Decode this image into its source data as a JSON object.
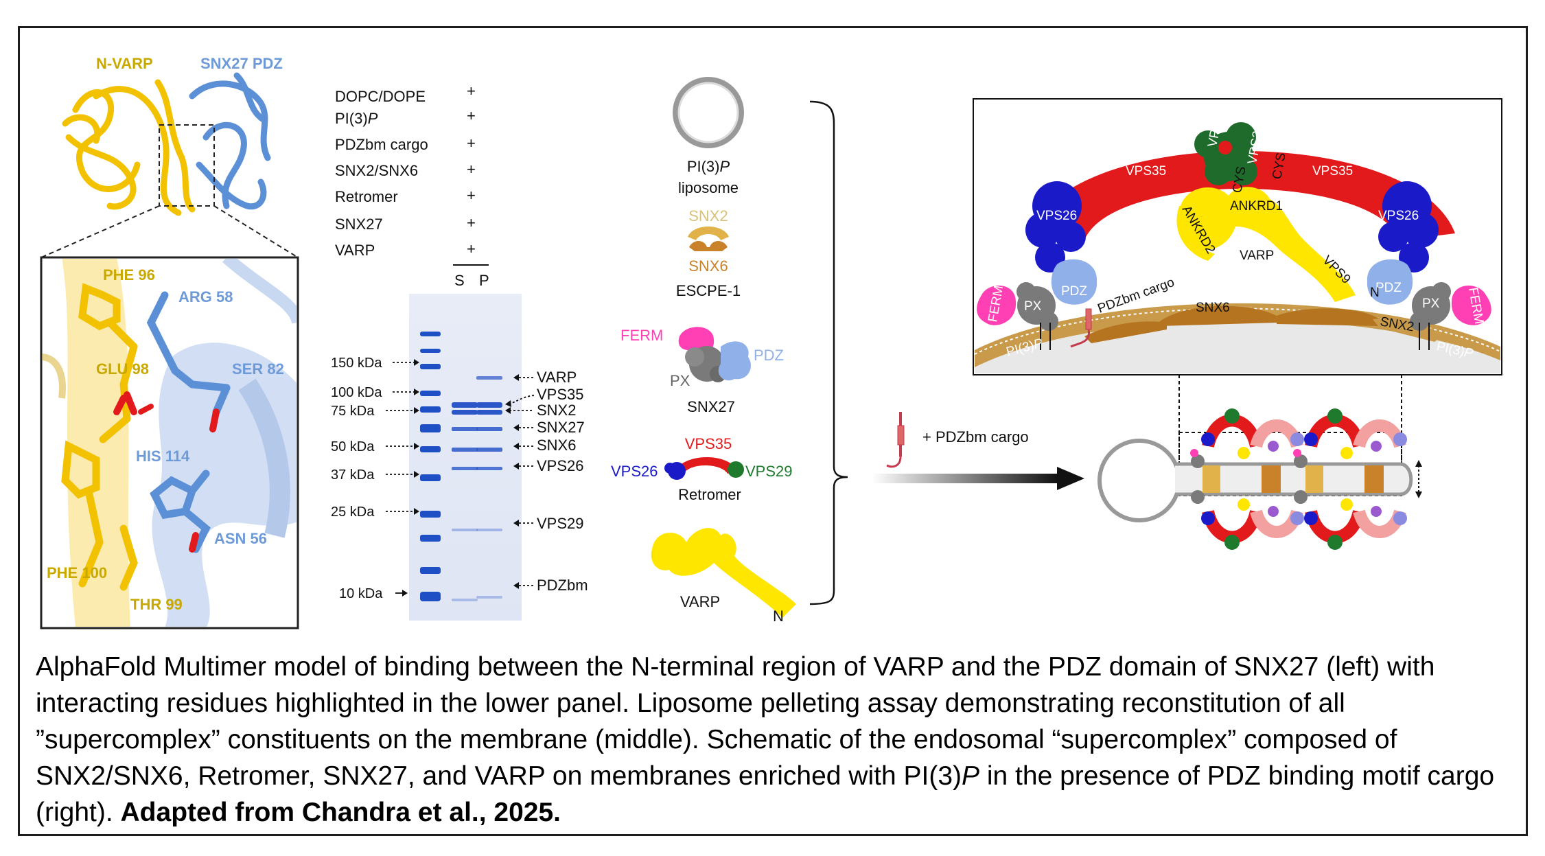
{
  "left_panel": {
    "label_nvarp": "N-VARP",
    "label_pdz": "SNX27 PDZ",
    "residues": {
      "phe96": "PHE 96",
      "arg58": "ARG 58",
      "glu98": "GLU 98",
      "ser82": "SER 82",
      "his114": "HIS 114",
      "asn56": "ASN 56",
      "phe100": "PHE 100",
      "thr99": "THR 99"
    },
    "colors": {
      "varp": "#f2c200",
      "varp_text": "#c9a800",
      "snx27": "#5b8fd6"
    }
  },
  "gel": {
    "conditions": [
      {
        "label": "DOPC/DOPE",
        "value": "+"
      },
      {
        "label_main": "PI(3)",
        "label_italic": "P",
        "value": "+"
      },
      {
        "label": "PDZbm cargo",
        "value": "+"
      },
      {
        "label": "SNX2/SNX6",
        "value": "+"
      },
      {
        "label": "Retromer",
        "value": "+"
      },
      {
        "label": "SNX27",
        "value": "+"
      },
      {
        "label": "VARP",
        "value": "+"
      }
    ],
    "lane_s": "S",
    "lane_p": "P",
    "markers": [
      "150 kDa",
      "100 kDa",
      "75 kDa",
      "50 kDa",
      "37 kDa",
      "25 kDa",
      "10 kDa"
    ],
    "bands": [
      "VARP",
      "VPS35",
      "SNX2",
      "SNX27",
      "SNX6",
      "VPS26",
      "VPS29",
      "PDZbm"
    ]
  },
  "legend": {
    "liposome_line1_main": "PI(3)",
    "liposome_line1_italic": "P",
    "liposome_line2": "liposome",
    "snx2": "SNX2",
    "snx6": "SNX6",
    "escpe": "ESCPE-1",
    "ferm": "FERM",
    "pdz": "PDZ",
    "px": "PX",
    "snx27": "SNX27",
    "vps35": "VPS35",
    "vps26": "VPS26",
    "vps29": "VPS29",
    "retromer": "Retromer",
    "varp": "VARP",
    "n": "N",
    "colors": {
      "snx2": "#d8c27a",
      "snx6": "#c9822a",
      "ferm": "#ff3fb4",
      "pdz": "#8fb0e8",
      "px": "#7a7a7a",
      "vps35": "#e31a1c",
      "vps26": "#1a1ac8",
      "vps29": "#1f7a2e",
      "varp": "#ffe600"
    }
  },
  "arrow_label": "+ PDZbm cargo",
  "schematic": {
    "vps35_left": "VPS35",
    "vps35_right": "VPS35",
    "vps29_a": "VPS29",
    "vps29_b": "VPS29",
    "cys_a": "CYS",
    "cys_b": "CYS",
    "ankrd1": "ANKRD1",
    "ankrd2": "ANKRD2",
    "varp": "VARP",
    "vps9": "VPS9",
    "n": "N",
    "vps26_left": "VPS26",
    "vps26_right": "VPS26",
    "pdz_left": "PDZ",
    "pdz_right": "PDZ",
    "px_left": "PX",
    "px_right": "PX",
    "ferm_left": "FERM",
    "ferm_right": "FERM",
    "cargo": "PDZbm cargo",
    "snx6": "SNX6",
    "snx2": "SNX2",
    "pi3p_left_main": "PI(3)",
    "pi3p_left_italic": "P",
    "pi3p_right_main": "PI(3)",
    "pi3p_right_italic": "P"
  },
  "caption": {
    "part1": "AlphaFold Multimer model of binding between the N-terminal region of VARP and the PDZ domain of SNX27 (left) with interacting residues highlighted in the lower panel. Liposome pelleting assay demonstrating reconstitution of all ”supercomplex” constituents on the membrane (middle). Schematic of the endosomal “supercomplex” composed of SNX2/SNX6, Retromer, SNX27, and VARP on membranes enriched with PI(3)",
    "italic": "P",
    "part2": "  in the presence of PDZ binding motif cargo (right). ",
    "bold": "Adapted from Chandra et al., 2025."
  }
}
